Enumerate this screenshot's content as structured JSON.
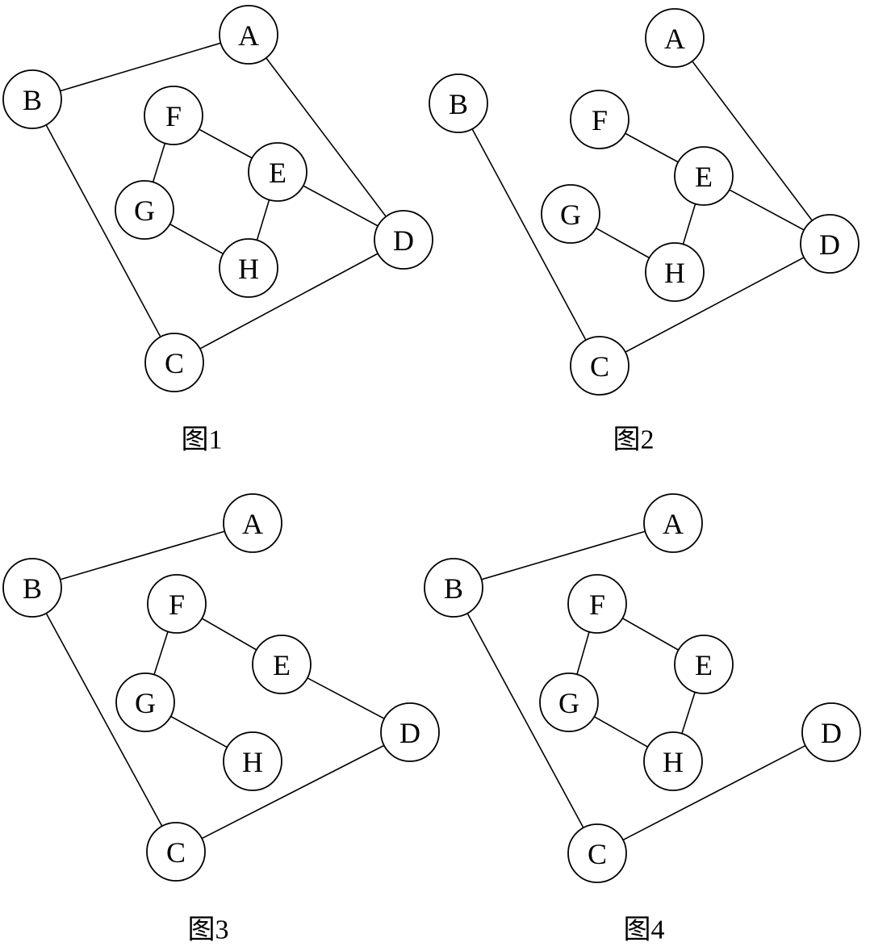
{
  "panels": [
    {
      "caption": "图1",
      "nodes": [
        "A",
        "B",
        "C",
        "D",
        "E",
        "F",
        "G",
        "H"
      ],
      "edges": [
        [
          "A",
          "B"
        ],
        [
          "A",
          "D"
        ],
        [
          "B",
          "C"
        ],
        [
          "C",
          "D"
        ],
        [
          "F",
          "E"
        ],
        [
          "F",
          "G"
        ],
        [
          "E",
          "D"
        ],
        [
          "E",
          "H"
        ],
        [
          "G",
          "H"
        ]
      ]
    },
    {
      "caption": "图2",
      "nodes": [
        "A",
        "B",
        "C",
        "D",
        "E",
        "F",
        "G",
        "H"
      ],
      "edges": [
        [
          "A",
          "D"
        ],
        [
          "B",
          "C"
        ],
        [
          "C",
          "D"
        ],
        [
          "F",
          "E"
        ],
        [
          "E",
          "D"
        ],
        [
          "E",
          "H"
        ],
        [
          "G",
          "H"
        ]
      ]
    },
    {
      "caption": "图3",
      "nodes": [
        "A",
        "B",
        "C",
        "D",
        "E",
        "F",
        "G",
        "H"
      ],
      "edges": [
        [
          "A",
          "B"
        ],
        [
          "B",
          "C"
        ],
        [
          "C",
          "D"
        ],
        [
          "F",
          "E"
        ],
        [
          "F",
          "G"
        ],
        [
          "E",
          "D"
        ],
        [
          "G",
          "H"
        ]
      ]
    },
    {
      "caption": "图4",
      "nodes": [
        "A",
        "B",
        "C",
        "D",
        "E",
        "F",
        "G",
        "H"
      ],
      "edges": [
        [
          "A",
          "B"
        ],
        [
          "B",
          "C"
        ],
        [
          "C",
          "D"
        ],
        [
          "F",
          "E"
        ],
        [
          "F",
          "G"
        ],
        [
          "E",
          "H"
        ],
        [
          "G",
          "H"
        ]
      ]
    }
  ]
}
